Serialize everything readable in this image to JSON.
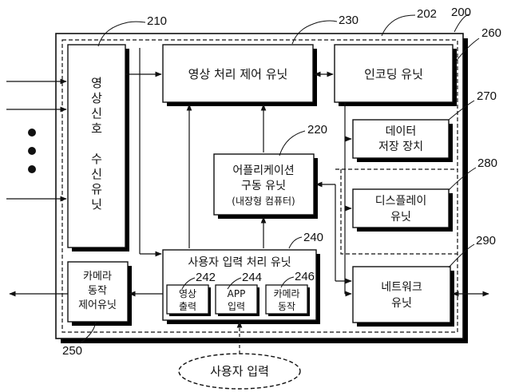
{
  "colors": {
    "stroke": "#111111",
    "shadow": "#000000",
    "background": "#ffffff"
  },
  "refs": {
    "r200": "200",
    "r202": "202",
    "r210": "210",
    "r220": "220",
    "r230": "230",
    "r240": "240",
    "r242": "242",
    "r244": "244",
    "r246": "246",
    "r250": "250",
    "r260": "260",
    "r270": "270",
    "r280": "280",
    "r290": "290"
  },
  "blocks": {
    "receiver": [
      "영",
      "상",
      "신",
      "호",
      "",
      "수",
      "신",
      "유",
      "닛"
    ],
    "image_ctrl": "영상 처리 제어 유닛",
    "encoding": "인코딩 유닛",
    "storage": [
      "데이터",
      "저장 장치"
    ],
    "app": [
      "어플리케이션",
      "구동 유닛",
      "(내장형 컴퓨터)"
    ],
    "display": [
      "디스플레이",
      "유닛"
    ],
    "input_proc": "사용자 입력 처리 유닛",
    "sub_image": [
      "영상",
      "출력"
    ],
    "sub_app": [
      "APP",
      "입력"
    ],
    "sub_camera": [
      "카메라",
      "동작"
    ],
    "camera_ctrl": [
      "카메라",
      "동작",
      "제어유닛"
    ],
    "network": [
      "네트워크",
      "유닛"
    ],
    "user_input": "사용자 입력"
  }
}
